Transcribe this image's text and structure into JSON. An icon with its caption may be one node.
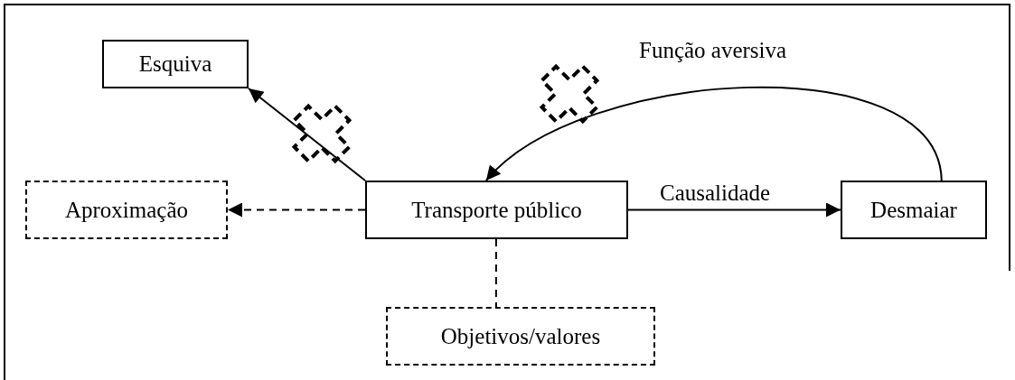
{
  "diagram": {
    "nodes": [
      {
        "text": [
          "Esquiva"
        ]
      },
      {
        "text": [
          "Aproximação"
        ]
      },
      {
        "text": [
          "Transporte público"
        ]
      },
      {
        "text": [
          "Desmaiar"
        ]
      },
      {
        "text": [
          "Objetivos/valores"
        ]
      }
    ],
    "edges": [
      {
        "from": 2,
        "to": 0,
        "arrow": "to"
      },
      {
        "from": 2,
        "to": 1,
        "arrow": "to",
        "style": "dashed"
      },
      {
        "from": 2,
        "to": 3,
        "arrow": "to",
        "label": "Causalidade"
      },
      {
        "from": 3,
        "to": 2,
        "arrow": "to",
        "label": "Função aversiva"
      },
      {
        "from": 2,
        "to": 4,
        "arrow": "none",
        "style": "dashed"
      }
    ]
  }
}
